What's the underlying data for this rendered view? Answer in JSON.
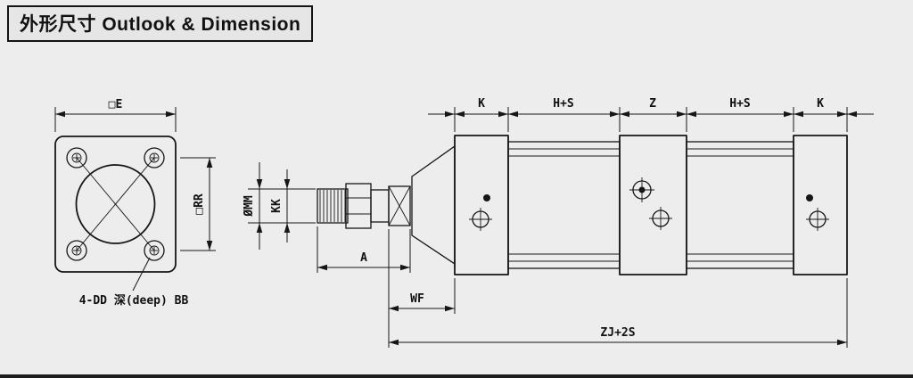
{
  "page": {
    "title": "外形尺寸 Outlook & Dimension"
  },
  "front_view": {
    "width_label": "□E",
    "bolt_spacing_label": "□RR",
    "hole_callout": "4-DD 深(deep) BB"
  },
  "side_view": {
    "rod_diameter_label": "ØMM",
    "thread_label": "KK",
    "thread_length_label": "A",
    "rod_extension_label": "WF",
    "overall_length_label": "ZJ+2S",
    "segments": {
      "k_left": "K",
      "hs_left": "H+S",
      "z": "Z",
      "hs_right": "H+S",
      "k_right": "K"
    }
  }
}
